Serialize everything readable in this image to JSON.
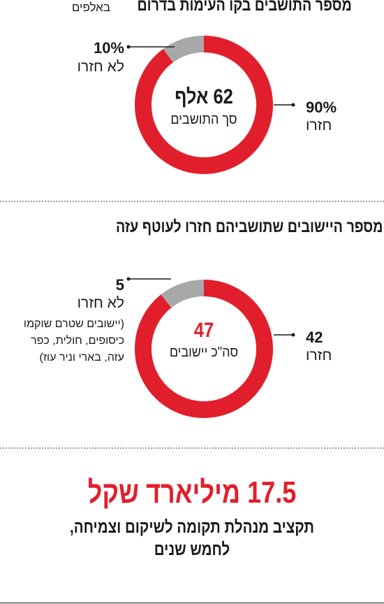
{
  "colors": {
    "accent": "#e11f2c",
    "gray": "#a8a8a8",
    "text": "#1a1a1a",
    "divider": "#9a9a9a"
  },
  "section1": {
    "title": "מספר התושבים בקו העימות בדרום",
    "subnote": "באלפים",
    "center_value": "62 אלף",
    "center_label": "סך התושבים",
    "returned_value": "90%",
    "returned_label": "חזרו",
    "not_returned_value": "10%",
    "not_returned_label": "לא חזרו"
  },
  "section2": {
    "title": "מספר היישובים שתושביהם חזרו לעוטף עזה",
    "center_value": "47",
    "center_label": "סה\"כ יישובים",
    "returned_value": "42",
    "returned_label": "חזרו",
    "not_returned_value": "5",
    "not_returned_label": "לא חזרו",
    "not_returned_note": [
      "(יישובים שטרם שוקמו",
      "כיסופים, חולית, כפר",
      "עזה, בארי וניר עוז)"
    ]
  },
  "budget": {
    "value": "17.5 מיליארד שקל",
    "description": [
      "תקציב מנהלת תקומה לשיקום וצמיחה,",
      "לחמש שנים"
    ]
  },
  "chart_data": [
    {
      "type": "pie",
      "title": "מספר התושבים בקו העימות בדרום",
      "subtitle": "באלפים",
      "total_label": "62 אלף",
      "categories": [
        "חזרו",
        "לא חזרו"
      ],
      "values": [
        90,
        10
      ],
      "unit": "%",
      "colors": [
        "#e11f2c",
        "#a8a8a8"
      ]
    },
    {
      "type": "pie",
      "title": "מספר היישובים שתושביהם חזרו לעוטף עזה",
      "total_label": "47",
      "categories": [
        "חזרו",
        "לא חזרו"
      ],
      "values": [
        42,
        5
      ],
      "colors": [
        "#e11f2c",
        "#a8a8a8"
      ]
    }
  ]
}
